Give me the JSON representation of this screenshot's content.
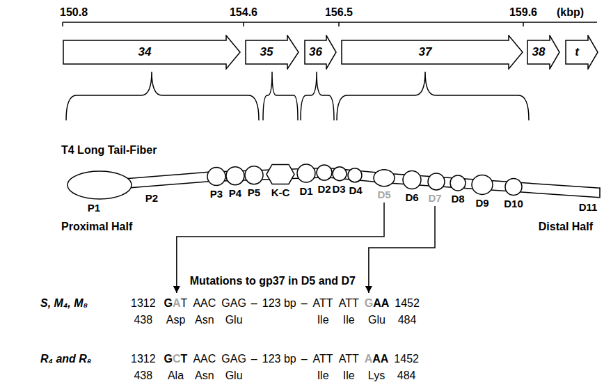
{
  "diagram": {
    "nodes": [
      {
        "text": [
          "34"
        ]
      },
      {
        "text": [
          "35"
        ]
      },
      {
        "text": [
          "36"
        ]
      },
      {
        "text": [
          "37"
        ]
      },
      {
        "text": [
          "38"
        ]
      },
      {
        "text": [
          "t"
        ]
      }
    ],
    "labels": [
      "150.8",
      "154.6",
      "156.5",
      "159.6",
      "(kbp)",
      "T4 Long Tail-Fiber",
      "P1",
      "P2",
      "P3",
      "P4",
      "P5",
      "K-C",
      "D1",
      "D2",
      "D3",
      "D4",
      "D5",
      "D6",
      "D7",
      "D8",
      "D9",
      "D10",
      "D11",
      "Proximal Half",
      "Distal Half",
      "Mutations to gp37 in D5 and D7",
      "S, M₄, M₈",
      "1312",
      "G",
      "A",
      "T",
      "AAC",
      "GAG",
      "–",
      "123 bp",
      "–",
      "ATT",
      "ATT",
      "G",
      "AA",
      "1452",
      "438",
      "Asp",
      "Asn",
      "Glu",
      "Ile",
      "Ile",
      "Glu",
      "484",
      "R₄ and R₈",
      "1312",
      "G",
      "C",
      "T",
      "AAC",
      "GAG",
      "–",
      "123 bp",
      "–",
      "ATT",
      "ATT",
      "A",
      "AA",
      "1452",
      "438",
      "Ala",
      "Asn",
      "Glu",
      "Ile",
      "Ile",
      "Lys",
      "484"
    ]
  }
}
